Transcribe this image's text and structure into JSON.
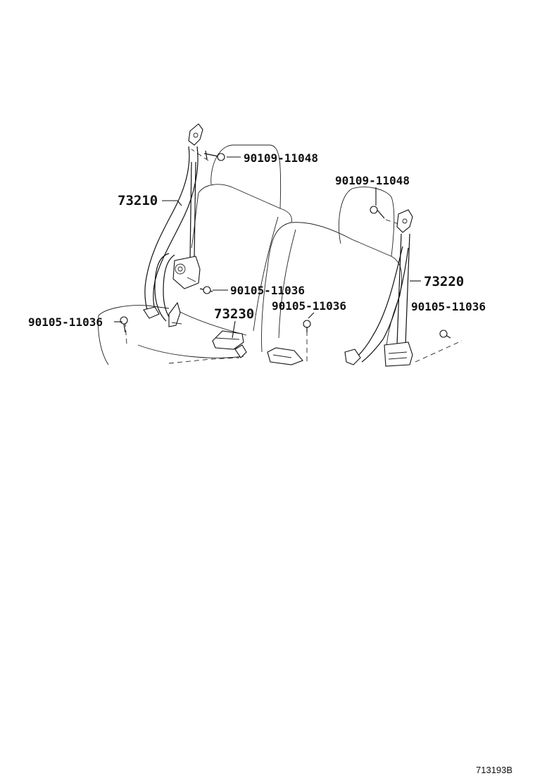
{
  "labels": {
    "bolt_top_left": "90109-11048",
    "bolt_top_right": "90109-11048",
    "belt_left": "73210",
    "belt_right": "73220",
    "buckle_center": "73230",
    "bolt_mid_left": "90105-11036",
    "bolt_far_left": "90105-11036",
    "bolt_center": "90105-11036",
    "bolt_right": "90105-11036"
  },
  "diagram_code": "713193B"
}
